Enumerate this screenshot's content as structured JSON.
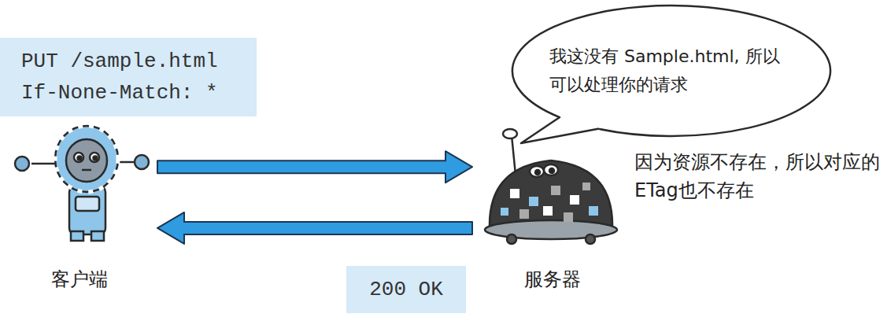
{
  "diagram": {
    "nodes": [
      {
        "text": [
          "PUT /sample.html If-None-Match: *"
        ]
      },
      {
        "text": [
          "我这没有 Sample.html, 所以可以处理你的请求"
        ]
      },
      {
        "text": [
          "客户端"
        ]
      },
      {
        "text": [
          "服务器"
        ]
      },
      {
        "text": [
          "200 OK"
        ]
      }
    ],
    "edges": [
      {
        "from": 2,
        "to": 3,
        "arrow": "to"
      },
      {
        "from": 3,
        "to": 2,
        "arrow": "to"
      }
    ],
    "labels": [
      "因为资源不存在，所以对应的ETag也不存在"
    ]
  }
}
